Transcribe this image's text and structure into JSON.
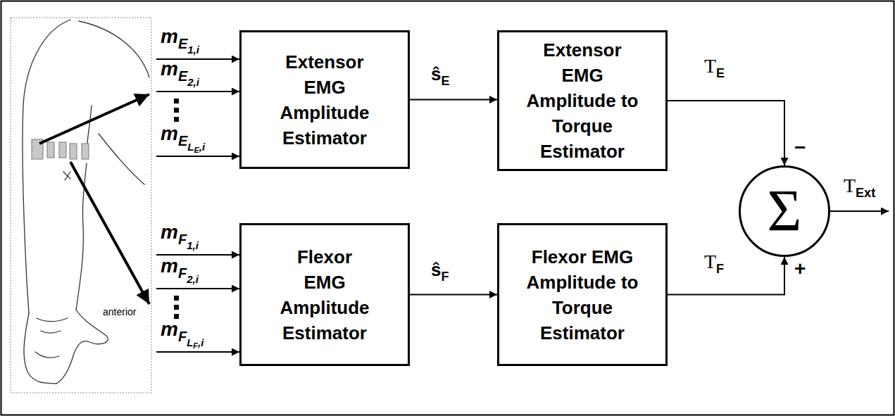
{
  "diagram": {
    "nodes": [
      {
        "text": [
          "Extensor EMG Amplitude Estimator"
        ]
      },
      {
        "text": [
          "Extensor EMG Amplitude to Torque Estimator"
        ]
      },
      {
        "text": [
          "Flexor EMG Amplitude Estimator"
        ]
      },
      {
        "text": [
          "Flexor EMG Amplitude to Torque Estimator"
        ]
      },
      {
        "text": [
          "Σ"
        ]
      }
    ],
    "edges": [
      {
        "from": 0,
        "to": 1,
        "arrow": "to"
      },
      {
        "from": 2,
        "to": 3,
        "arrow": "to"
      },
      {
        "from": 1,
        "to": 4,
        "arrow": "to"
      },
      {
        "from": 3,
        "to": 4,
        "arrow": "to"
      }
    ],
    "labels": [
      "anterior",
      "m",
      "E",
      "1,i",
      "m",
      "E",
      "2,i",
      "m",
      "E",
      "L",
      "E",
      ",i",
      "m",
      "F",
      "1,i",
      "m",
      "F",
      "2,i",
      "m",
      "F",
      "L",
      "F",
      ",i",
      "ŝ",
      "E",
      "ŝ",
      "F",
      "T",
      "E",
      "T",
      "F",
      "−",
      "+",
      "T",
      "Ext"
    ]
  }
}
